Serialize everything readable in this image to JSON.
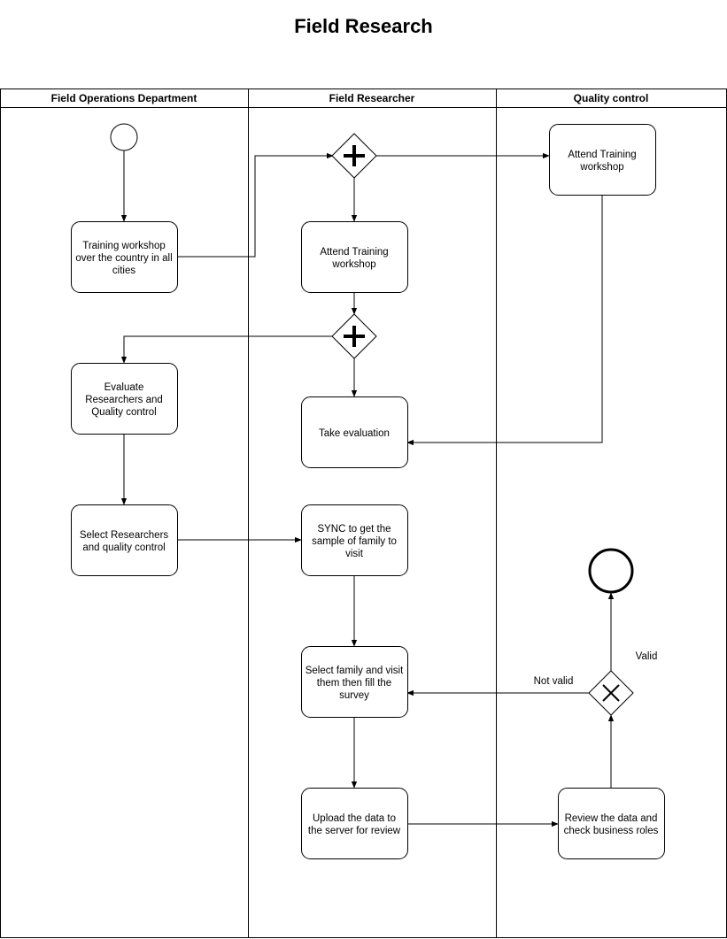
{
  "title": "Field Research",
  "lanes": [
    "Field Operations Department",
    "Field Researcher",
    "Quality control"
  ],
  "tasks": {
    "training_workshop": [
      "Training workshop",
      "over the country in all",
      "cities"
    ],
    "fr_attend_training": [
      "Attend Training",
      "workshop"
    ],
    "qc_attend_training": [
      "Attend Training",
      "workshop"
    ],
    "evaluate": [
      "Evaluate",
      "Researchers and",
      "Quality control"
    ],
    "take_evaluation": [
      "Take evaluation"
    ],
    "select_researchers": [
      "Select Researchers",
      "and quality control"
    ],
    "sync": [
      "SYNC to get the",
      "sample of family to",
      "visit"
    ],
    "select_family": [
      "Select family and visit",
      "them then fill the",
      "survey"
    ],
    "upload": [
      "Upload the data to",
      "the server for review"
    ],
    "review": [
      "Review the data and",
      "check business roles"
    ]
  },
  "edge_labels": {
    "valid": "Valid",
    "not_valid": "Not valid"
  }
}
